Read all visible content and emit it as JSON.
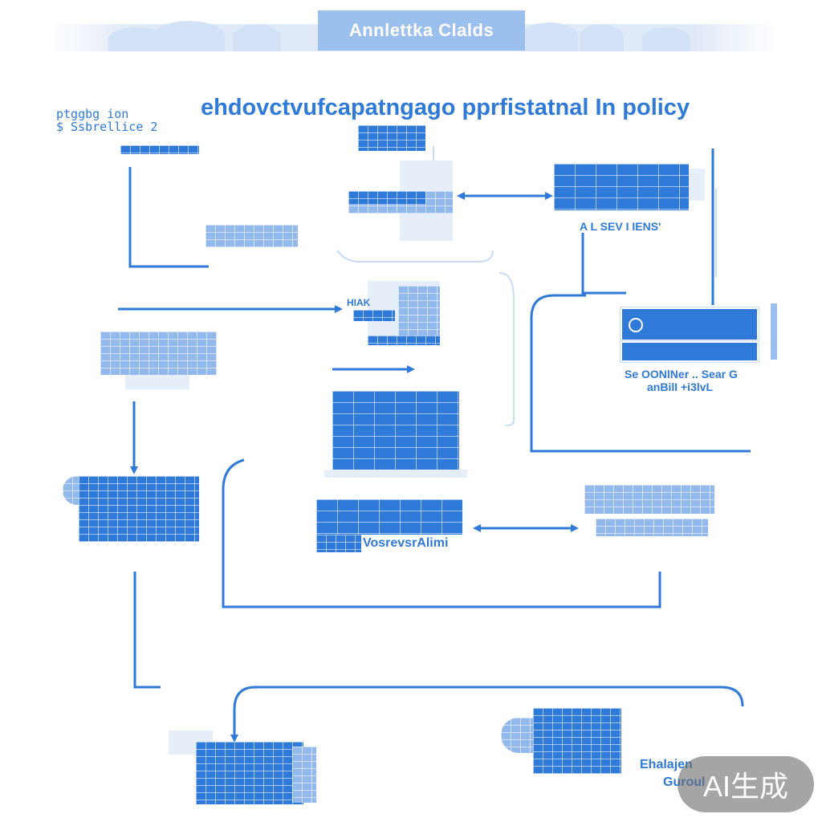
{
  "header": {
    "tab_title": "Annlettka Clalds"
  },
  "diagram": {
    "title": "ehdovctvufcapatngago pprfistatnal In policy",
    "side_label_line1": "ptggbg            ion",
    "side_label_line2": "  $  Ssbrellice 2",
    "labels": {
      "top_right": "A L SEV I IENS'",
      "mid_small": "HIAK",
      "server_caption_line1": "Se OONlNer    .. Sear G",
      "server_caption_line2": "anBilI +i3lvL",
      "lower_mid": "VosrevsrAlimi",
      "bottom_right_line1": "Ehalajen",
      "bottom_right_line2": "Guroul"
    }
  },
  "watermark": {
    "text": "AI生成"
  },
  "colors": {
    "primary": "#2f7ad8",
    "light": "#93b9ec",
    "faint": "#dfe9f7"
  }
}
